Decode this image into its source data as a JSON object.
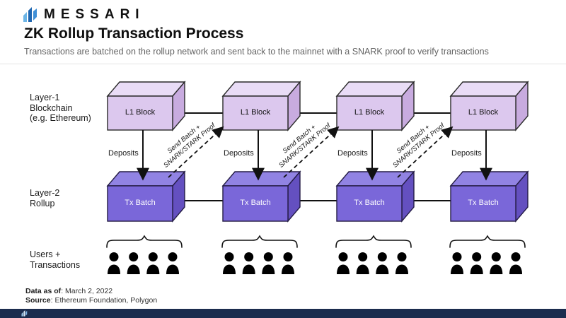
{
  "header": {
    "brand": "MESSARI",
    "title": "ZK Rollup Transaction Process",
    "subtitle": "Transactions are batched on the rollup network and sent back to the mainnet with a SNARK proof to verify transactions"
  },
  "diagram": {
    "row_labels": {
      "layer1_line1": "Layer-1",
      "layer1_line2": "Blockchain",
      "layer1_line3": "(e.g. Ethereum)",
      "layer2_line1": "Layer-2",
      "layer2_line2": "Rollup",
      "users_line1": "Users +",
      "users_line2": "Transactions"
    },
    "l1_block_label": "L1 Block",
    "tx_batch_label": "Tx Batch",
    "deposits_label": "Deposits",
    "send_batch_line1": "Send Batch +",
    "send_batch_line2": "SNARK/STARK Proof",
    "column_count": 4,
    "users_per_group": 4
  },
  "footer": {
    "data_as_of_label": "Data as of",
    "data_as_of_value": ": March 2, 2022",
    "source_label": "Source",
    "source_value": ": Ethereum Foundation, Polygon"
  },
  "colors": {
    "l1_front": "#dcc8ee",
    "l1_top": "#e9dcf6",
    "l1_side": "#c8abdf",
    "tx_front": "#7a67d9",
    "tx_top": "#9183e3",
    "tx_side": "#6450c0",
    "brand_blue_light": "#6cb5e6",
    "brand_blue_dark": "#1f66b0",
    "brand_blue_mid": "#3f8fd6",
    "footer_bar": "#1b2c4e",
    "subtitle_gray": "#646464"
  }
}
